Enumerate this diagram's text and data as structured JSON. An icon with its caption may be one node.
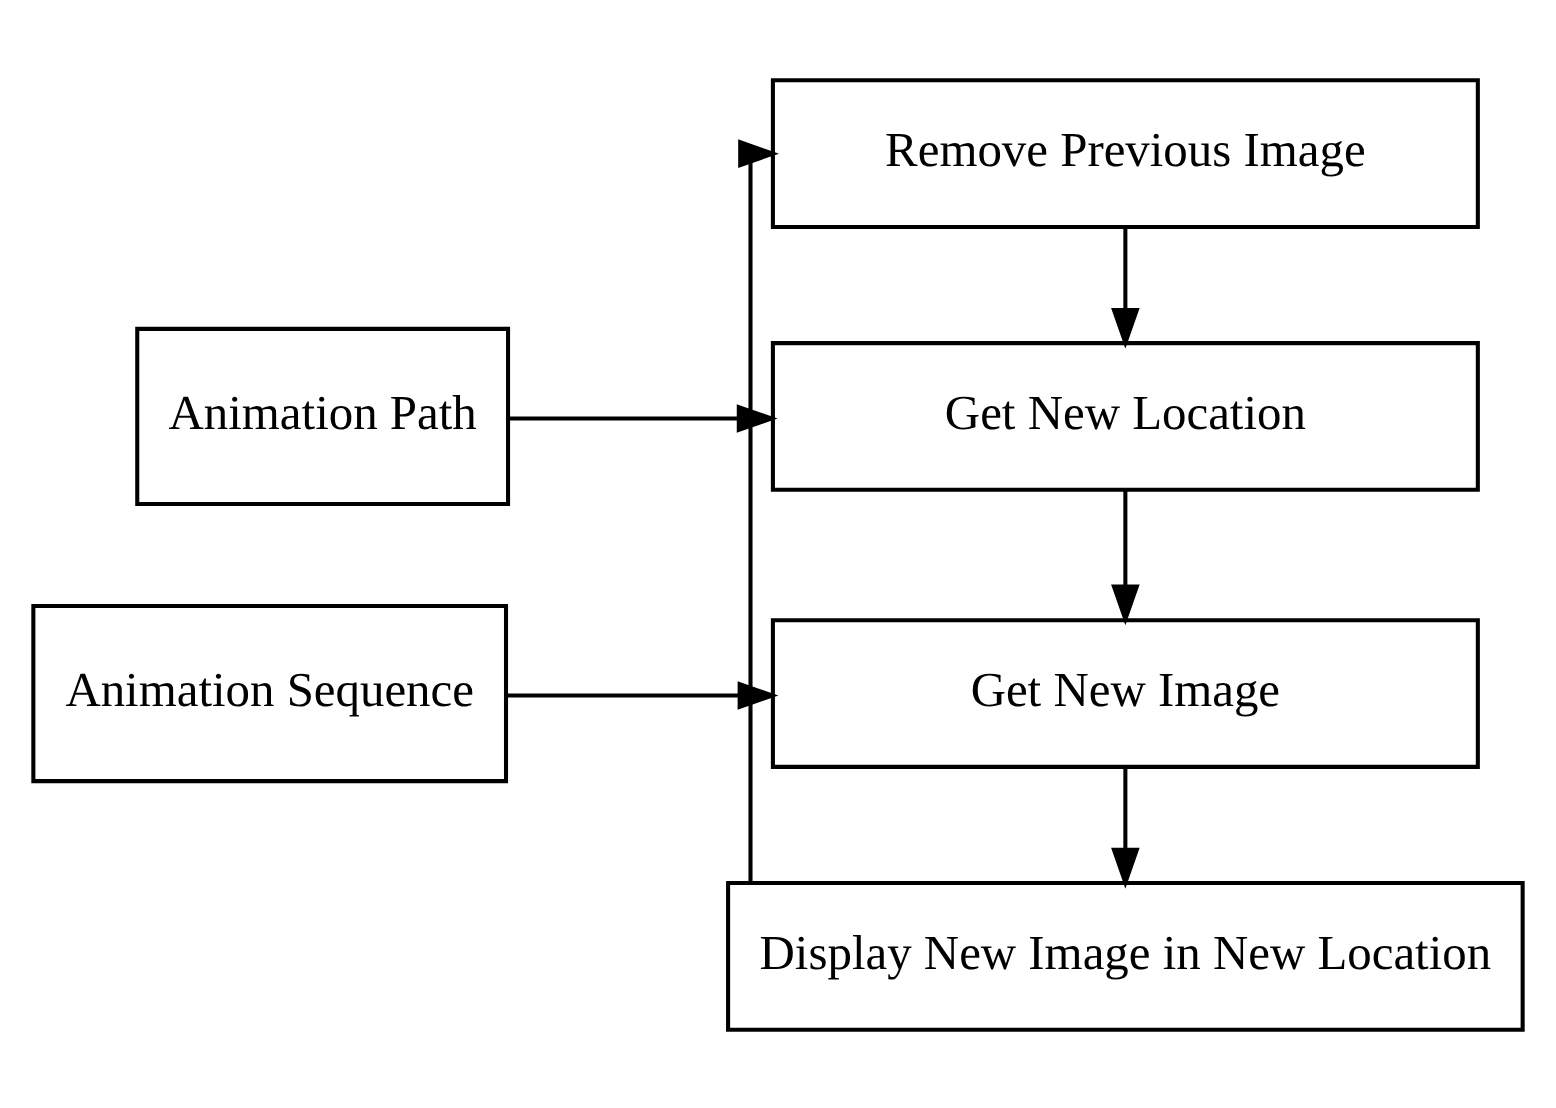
{
  "diagram": {
    "nodes": [
      {
        "text": [
          "Remove Previous Image"
        ]
      },
      {
        "text": [
          "Animation Path"
        ]
      },
      {
        "text": [
          "Get New Location"
        ]
      },
      {
        "text": [
          "Animation Sequence"
        ]
      },
      {
        "text": [
          "Get New Image"
        ]
      },
      {
        "text": [
          "Display New Image in New Location"
        ]
      }
    ],
    "edges": [
      {
        "from": 0,
        "to": 2,
        "arrow": "to"
      },
      {
        "from": 1,
        "to": 2,
        "arrow": "to"
      },
      {
        "from": 2,
        "to": 4,
        "arrow": "to"
      },
      {
        "from": 3,
        "to": 4,
        "arrow": "to"
      },
      {
        "from": 4,
        "to": 5,
        "arrow": "to"
      },
      {
        "from": 5,
        "to": 0,
        "arrow": "to"
      }
    ]
  }
}
